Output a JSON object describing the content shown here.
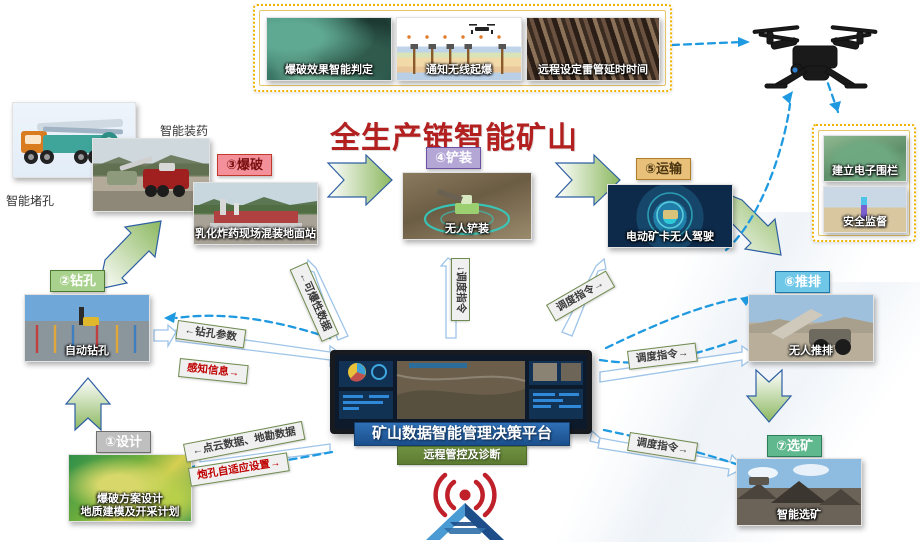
{
  "title": "全生产链智能矿山",
  "top_panel": {
    "items": [
      {
        "caption": "爆破效果智能判定"
      },
      {
        "caption": "通知无线起爆"
      },
      {
        "caption": "远程设定雷管延时时间"
      }
    ]
  },
  "right_panel": {
    "items": [
      {
        "caption": "建立电子围栏"
      },
      {
        "caption": "安全监督"
      }
    ]
  },
  "aerial": {
    "name": "drone"
  },
  "tower": {
    "name": "signal-tower"
  },
  "center": {
    "banner_main": "矿山数据智能管理决策平台",
    "banner_sub": "远程管控及诊断"
  },
  "loose_labels": [
    {
      "text": "智能堵孔"
    },
    {
      "text": "智能装药"
    }
  ],
  "stages": [
    {
      "id": "1",
      "tag": "①设计",
      "caption": "爆破方案设计\n地质建模及开采计划",
      "tag_color": "#bfbfbf"
    },
    {
      "id": "2",
      "tag": "②钻孔",
      "caption": "自动钻孔",
      "tag_color": "#a9d18e"
    },
    {
      "id": "3",
      "tag": "③爆破",
      "caption": "乳化炸药现场混装地面站",
      "tag_color": "#f4909a"
    },
    {
      "id": "4",
      "tag": "④铲装",
      "caption": "无人铲装",
      "tag_color": "#b4a7d6"
    },
    {
      "id": "5",
      "tag": "⑤运输",
      "caption": "电动矿卡无人驾驶",
      "tag_color": "#e8c07a"
    },
    {
      "id": "6",
      "tag": "⑥推排",
      "caption": "无人推排",
      "tag_color": "#6fc7e8"
    },
    {
      "id": "7",
      "tag": "⑦选矿",
      "caption": "智能选矿",
      "tag_color": "#5fb88e"
    }
  ],
  "flow_labels": [
    {
      "text": "←可爆性数据"
    },
    {
      "text": "←钻孔参数"
    },
    {
      "text": "感知信息→"
    },
    {
      "text": "↓调度指令"
    },
    {
      "text": "调度指令→"
    },
    {
      "text": "调度指令→"
    },
    {
      "text": "←点云数据、地勘数据"
    },
    {
      "text": "炮孔自适应设置→"
    },
    {
      "text": "调度指令→"
    }
  ],
  "colors": {
    "title": "#b32020",
    "arrow_green": "#76a347",
    "arrow_blue": "#9ec4e8",
    "dashed_blue": "#1f9ae0",
    "gold_border": "#f0b400"
  }
}
